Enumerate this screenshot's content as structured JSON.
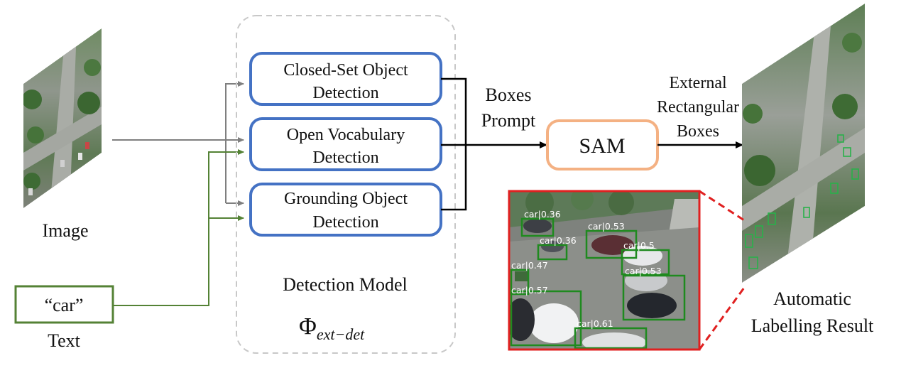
{
  "input": {
    "image_label": "Image",
    "text_value": "“car”",
    "text_label": "Text"
  },
  "detection_model": {
    "boxes": [
      {
        "line1": "Closed-Set Object",
        "line2": "Detection"
      },
      {
        "line1": "Open Vocabulary",
        "line2": "Detection"
      },
      {
        "line1": "Grounding Object",
        "line2": "Detection"
      }
    ],
    "title": "Detection Model",
    "symbol": "Φ",
    "subscript": "ext−det"
  },
  "prompt": {
    "line1": "Boxes",
    "line2": "Prompt"
  },
  "sam": {
    "label": "SAM"
  },
  "output": {
    "arrow_line1": "External",
    "arrow_line2": "Rectangular",
    "arrow_line3": "Boxes",
    "result_line1": "Automatic",
    "result_line2": "Labelling Result"
  },
  "detections": [
    {
      "label": "car|0.36"
    },
    {
      "label": "car|0.53"
    },
    {
      "label": "car|0.36"
    },
    {
      "label": "car|0.5"
    },
    {
      "label": "car|0.47"
    },
    {
      "label": "car|0.53"
    },
    {
      "label": "car|0.57"
    },
    {
      "label": "car|0.61"
    }
  ],
  "colors": {
    "model_box": "#4472c4",
    "sam_box": "#f4b183",
    "text_box": "#548235",
    "text_path": "#548235",
    "image_path": "#7f7f7f",
    "zoom_border": "#e02020",
    "detection_box": "#1f8a1f"
  }
}
